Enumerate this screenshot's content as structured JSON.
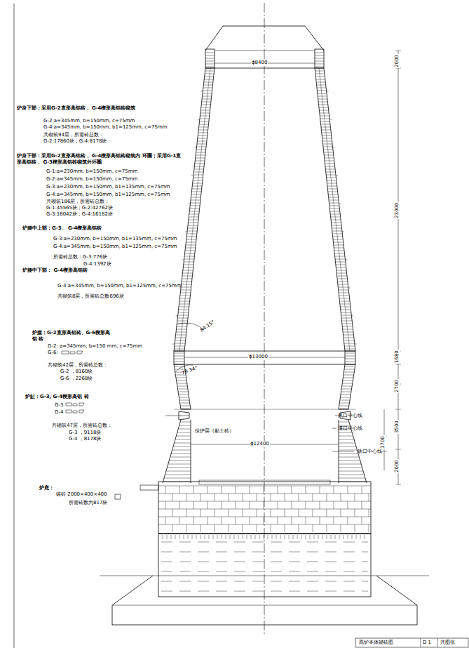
{
  "diagram": {
    "labels": [
      "炉身下部：采用G-2直形高铝砖 、G-4楔形高铝砖砌筑",
      "G-2:a=345mm, b=150mm, c=75mm",
      "G-4:a=345mm, b=150mm, b1=125mm, c=75mm",
      "共砌筑94层，所需砖总数：",
      "G-2:17860块 ; G-4:8178块",
      "炉身下部：采用G-2直形高铝砖 、G-4楔形高铝砖砌筑内 环圈；采用G-1直形高铝砖 、G-3楔形高铝砖砌筑外环圈",
      "G-1:a=230mm, b=150mm, c=75mm",
      "G-2:a=345mm, b=150mm, c=75mm",
      "G-3:a=230mm, b=150mm, b1=135mm, c=75mm",
      "G-4:a=345mm, b=150mm, b1=125mm, c=75mm",
      "共砌筑186层，所需砖总数：",
      "G-1:45565块 ; G-2:42762块",
      "G-3:18042块 ; G-4:16182块",
      "炉腰中上部：G-3、 G-4楔形高铝砖",
      "G-3:a=230mm, b=150mm, b1=135mm, c=75mm",
      "G-4:a=345mm, b=150mm, b1=125mm, c=75mm",
      "所需砖总数：G-3:776块",
      "G-4:1392块",
      "炉腰中下部： G-4楔形高铝砖",
      "G-4:a=345mm, b=150mm, b1=125mm, c=75mm",
      "共砌筑8层，所需砖总数696块",
      "炉腹：G-2直形高铝砖、G-6楔形高铝 砖",
      "G-2: a=345mm; b=150 mm; c=75mm",
      "G-6:",
      "共砌筑42层，所需砖总数：",
      "G-2 ，8160块",
      "G-6 ，2268块",
      "炉缸：G-3, G-4楔形高铝 砖",
      "G-3",
      "G-4",
      "共砌筑47层，所需砖总数：",
      "G-3 ，9118块",
      "G-4 ，8178块",
      "炉底：",
      "碳砖 2000×400×400",
      "所需砖数为817块",
      "ϕ8400",
      "ϕ13000",
      "ϕ12400",
      "84.15°",
      "79.34°",
      "风口中心线",
      "渣口中心线",
      "铁口中心线",
      "保护层（黏土砖）",
      "2000",
      "23000",
      "1680",
      "2700",
      "3500",
      "1700",
      "2000",
      "高炉本体砌砖图",
      "D 1",
      "共图张"
    ]
  }
}
